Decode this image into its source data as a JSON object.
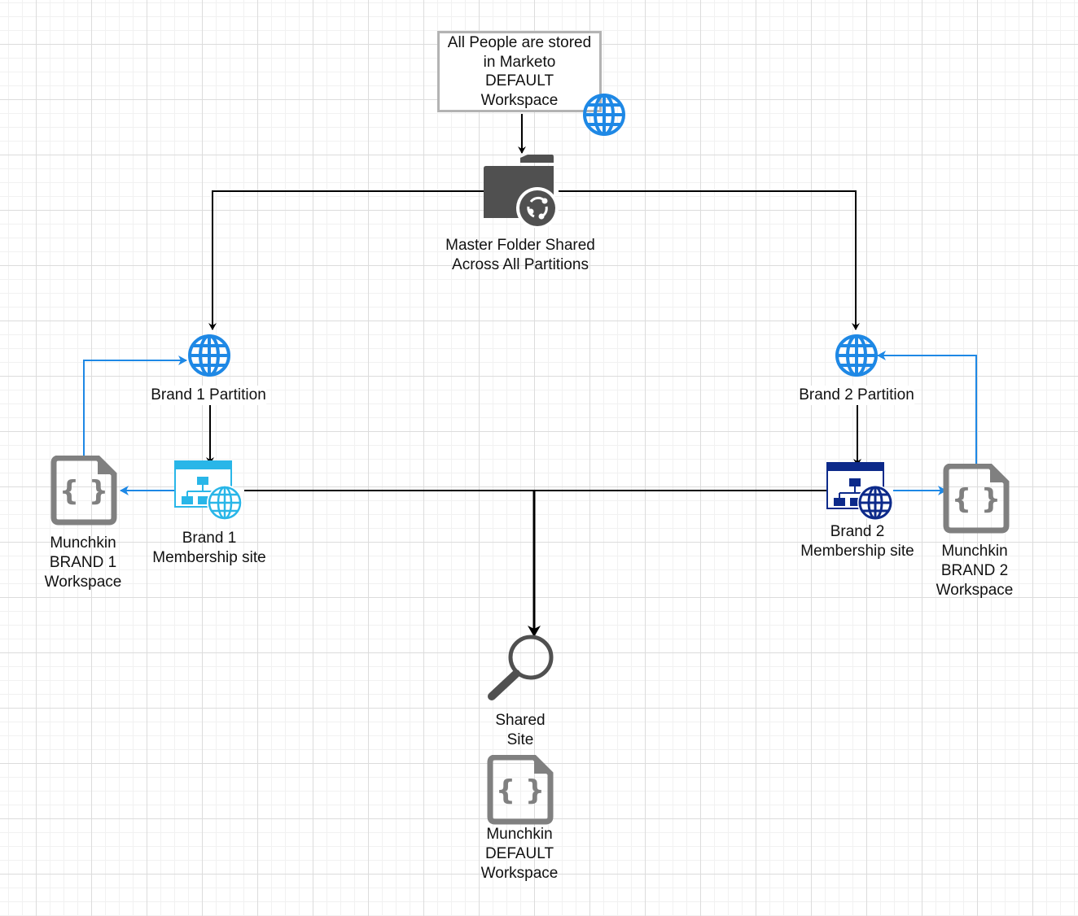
{
  "diagram": {
    "title": "Marketo Workspace / Partition Architecture",
    "nodes": {
      "default_store": {
        "label": "All People are stored\nin Marketo\n DEFAULT\nWorkspace",
        "icon": "globe-icon"
      },
      "master_folder": {
        "label": "Master Folder Shared\nAcross All Partitions",
        "icon": "shared-folder-icon"
      },
      "brand1_partition": {
        "label": "Brand 1 Partition",
        "icon": "globe-icon"
      },
      "brand2_partition": {
        "label": "Brand 2 Partition",
        "icon": "globe-icon"
      },
      "brand1_site": {
        "label": "Brand 1\nMembership site",
        "icon": "website-sitemap-icon"
      },
      "brand2_site": {
        "label": "Brand 2\nMembership site",
        "icon": "website-sitemap-icon"
      },
      "munchkin_brand1": {
        "label": "Munchkin\nBRAND 1\nWorkspace",
        "icon": "code-file-icon"
      },
      "munchkin_brand2": {
        "label": "Munchkin\nBRAND 2\nWorkspace",
        "icon": "code-file-icon"
      },
      "shared_site": {
        "label": "Shared\nSite",
        "icon": "search-icon"
      },
      "munchkin_default": {
        "label": "Munchkin\nDEFAULT\nWorkspace",
        "icon": "code-file-icon"
      }
    },
    "edges": [
      {
        "from": "default_store",
        "to": "master_folder",
        "color": "#000000"
      },
      {
        "from": "master_folder",
        "to": "brand1_partition",
        "color": "#000000"
      },
      {
        "from": "master_folder",
        "to": "brand2_partition",
        "color": "#000000"
      },
      {
        "from": "brand1_partition",
        "to": "brand1_site",
        "color": "#000000"
      },
      {
        "from": "brand2_partition",
        "to": "brand2_site",
        "color": "#000000"
      },
      {
        "from": "brand1_site",
        "to": "munchkin_brand1",
        "color": "#1E88E5"
      },
      {
        "from": "munchkin_brand1",
        "to": "brand1_partition",
        "color": "#1E88E5"
      },
      {
        "from": "brand2_site",
        "to": "munchkin_brand2",
        "color": "#1E88E5"
      },
      {
        "from": "munchkin_brand2",
        "to": "brand2_partition",
        "color": "#1E88E5"
      },
      {
        "from": "brand1_site",
        "to": "shared_site",
        "color": "#000000"
      },
      {
        "from": "brand2_site",
        "to": "shared_site",
        "color": "#000000"
      }
    ],
    "colors": {
      "globe": "#1E88E5",
      "brand1_site": "#29B6E8",
      "brand2_site": "#0D2A8A",
      "gray_icon": "#808080",
      "dark_icon": "#505050",
      "box_border": "#B3B3B3",
      "link_blue": "#1E88E5",
      "link_black": "#000000"
    }
  }
}
